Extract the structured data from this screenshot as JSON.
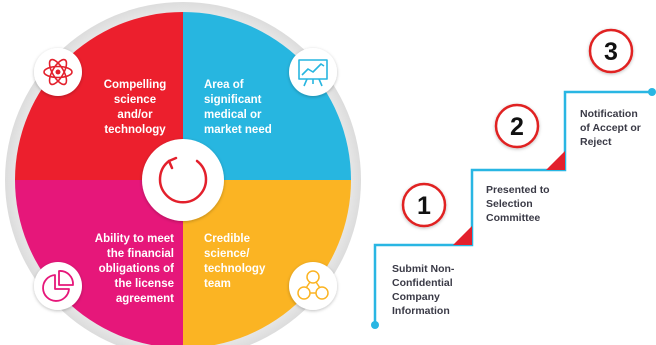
{
  "cycle": {
    "quadrants": [
      {
        "label": "Compelling\nscience\nand/or\ntechnology",
        "color": "#ec1f2d",
        "icon": "atom-icon"
      },
      {
        "label": "Area of\nsignificant\nmedical or\nmarket need",
        "color": "#27b6e0",
        "icon": "presentation-chart-icon"
      },
      {
        "label": "Credible\nscience/\ntechnology\nteam",
        "color": "#fbb423",
        "icon": "team-network-icon"
      },
      {
        "label": "Ability to meet\nthe financial\nobligations of\nthe license\nagreement",
        "color": "#e6177a",
        "icon": "pie-chart-icon"
      }
    ],
    "center_icon": "refresh-cycle-icon"
  },
  "steps": [
    {
      "number": "1",
      "label": "Submit Non-\nConfidential\nCompany\nInformation"
    },
    {
      "number": "2",
      "label": "Presented to\nSelection\nCommittee"
    },
    {
      "number": "3",
      "label": "Notification\nof Accept or\nReject"
    }
  ],
  "colors": {
    "stair_line": "#29b6e3",
    "accent_red": "#e3202c",
    "circle_border": "#e02020"
  }
}
